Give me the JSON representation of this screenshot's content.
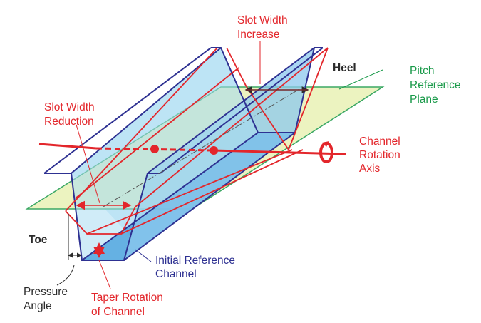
{
  "labels": {
    "slot_width_increase": [
      "Slot Width",
      "Increase"
    ],
    "heel": "Heel",
    "pitch_reference_plane": [
      "Pitch",
      "Reference",
      "Plane"
    ],
    "slot_width_reduction": [
      "Slot Width",
      "Reduction"
    ],
    "channel_rotation_axis": [
      "Channel",
      "Rotation",
      "Axis"
    ],
    "toe": "Toe",
    "initial_reference_channel": [
      "Initial Reference",
      "Channel"
    ],
    "pressure_angle": [
      "Pressure",
      "Angle"
    ],
    "taper_rotation_of_channel": [
      "Taper Rotation",
      "of Channel"
    ]
  },
  "colors": {
    "red": "#e3262b",
    "blue": "#2e3192",
    "green": "#1a9a4a",
    "plane_fill": "#eef3c2",
    "channel_fill": "#5aaee2"
  }
}
